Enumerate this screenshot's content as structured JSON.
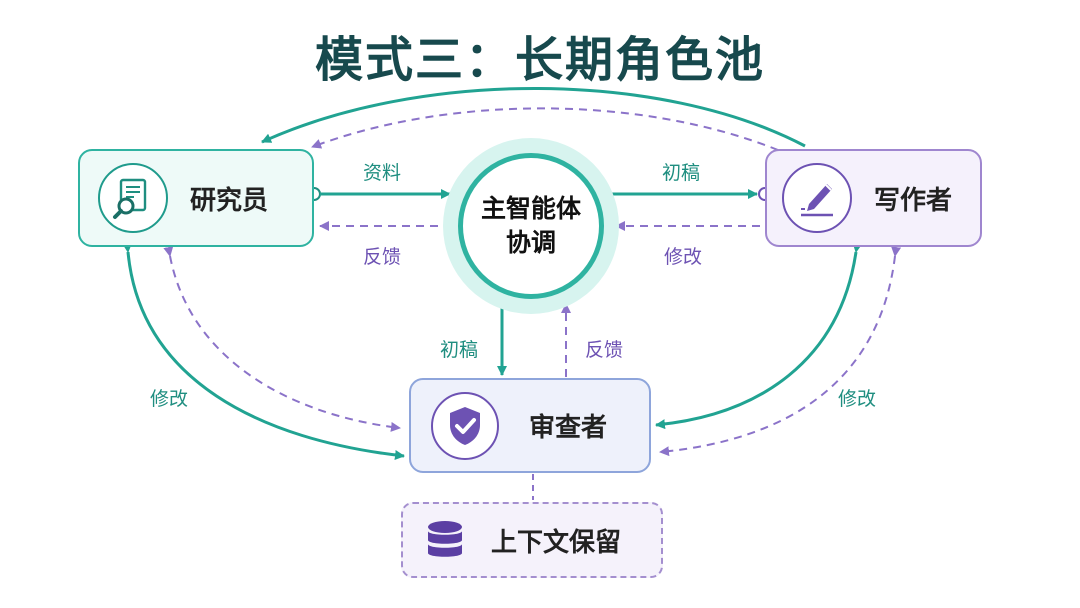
{
  "title": "模式三：长期角色池",
  "nodes": {
    "researcher": "研究员",
    "writer": "写作者",
    "reviewer": "审查者",
    "context": "上下文保留",
    "hub_line1": "主智能体",
    "hub_line2": "协调"
  },
  "edges": {
    "researcher_to_hub": "资料",
    "hub_to_researcher": "反馈",
    "hub_to_writer": "初稿",
    "writer_to_hub": "修改",
    "hub_to_reviewer": "初稿",
    "reviewer_to_hub": "反馈",
    "left_revise": "修改",
    "right_revise": "修改"
  },
  "colors": {
    "teal": "#2fb3a1",
    "purple": "#6d52b3",
    "title": "#17494d"
  },
  "icons": {
    "researcher": "document-search-icon",
    "writer": "pen-writing-icon",
    "reviewer": "shield-check-icon",
    "context": "database-icon"
  }
}
